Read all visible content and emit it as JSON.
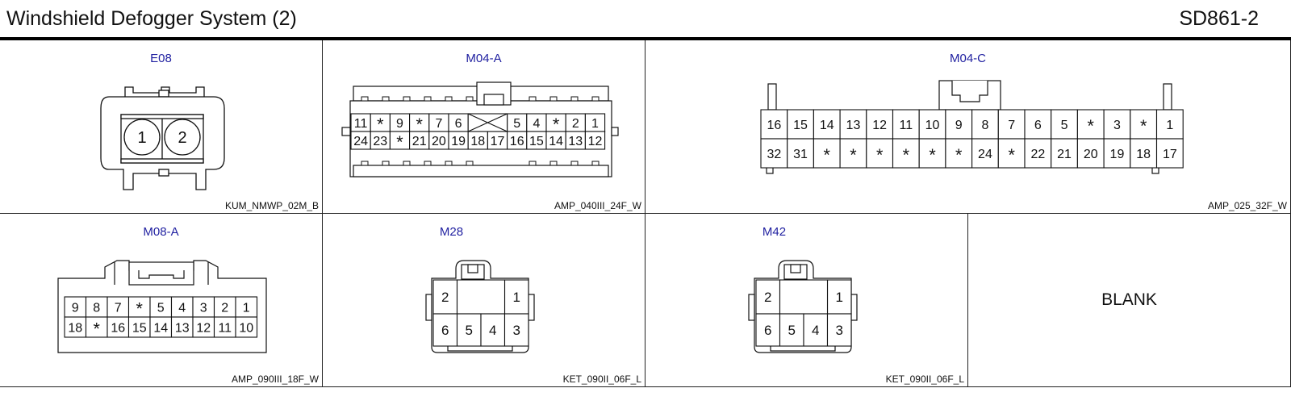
{
  "header": {
    "title": "Windshield Defogger System (2)",
    "code": "SD861-2"
  },
  "connectors": {
    "e08": {
      "name": "E08",
      "type": "KUM_NMWP_02M_B",
      "pins": [
        "1",
        "2"
      ]
    },
    "m04a": {
      "name": "M04-A",
      "type": "AMP_040III_24F_W",
      "row1": [
        "11",
        "*",
        "9",
        "*",
        "7",
        "6",
        "",
        "",
        "5",
        "4",
        "*",
        "2",
        "1"
      ],
      "row2": [
        "24",
        "23",
        "*",
        "21",
        "20",
        "19",
        "18",
        "17",
        "16",
        "15",
        "14",
        "13",
        "12"
      ]
    },
    "m04c": {
      "name": "M04-C",
      "type": "AMP_025_32F_W",
      "row1": [
        "16",
        "15",
        "14",
        "13",
        "12",
        "11",
        "10",
        "9",
        "8",
        "7",
        "6",
        "5",
        "*",
        "3",
        "*",
        "1"
      ],
      "row2": [
        "32",
        "31",
        "*",
        "*",
        "*",
        "*",
        "*",
        "*",
        "24",
        "*",
        "22",
        "21",
        "20",
        "19",
        "18",
        "17"
      ]
    },
    "m08a": {
      "name": "M08-A",
      "type": "AMP_090III_18F_W",
      "row1": [
        "9",
        "8",
        "7",
        "*",
        "5",
        "4",
        "3",
        "2",
        "1"
      ],
      "row2": [
        "18",
        "*",
        "16",
        "15",
        "14",
        "13",
        "12",
        "11",
        "10"
      ]
    },
    "m28": {
      "name": "M28",
      "type": "KET_090II_06F_L",
      "row1": [
        "2",
        "1"
      ],
      "row2": [
        "6",
        "5",
        "4",
        "3"
      ]
    },
    "m42": {
      "name": "M42",
      "type": "KET_090II_06F_L",
      "row1": [
        "2",
        "1"
      ],
      "row2": [
        "6",
        "5",
        "4",
        "3"
      ]
    },
    "blank": {
      "label": "BLANK"
    }
  }
}
